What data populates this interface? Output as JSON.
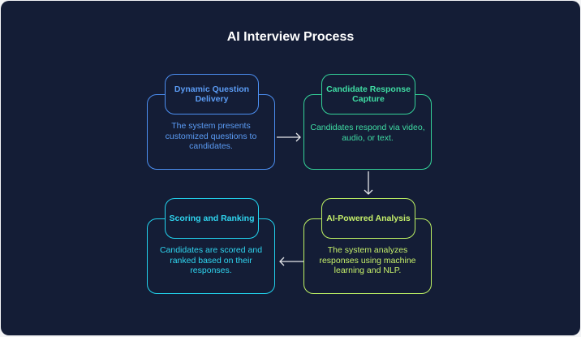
{
  "title": "AI Interview Process",
  "steps": [
    {
      "label": "Dynamic Question Delivery",
      "description": "The system presents customized questions to candidates.",
      "color": "#4c8ff2"
    },
    {
      "label": "Candidate Response Capture",
      "description": "Candidates respond via video, audio, or text.",
      "color": "#34d399"
    },
    {
      "label": "AI-Powered Analysis",
      "description": "The system analyzes responses using machine learning and NLP.",
      "color": "#bef264"
    },
    {
      "label": "Scoring and Ranking",
      "description": "Candidates are scored and ranked based on their responses.",
      "color": "#22d3ee"
    }
  ],
  "flow": [
    {
      "from": "Dynamic Question Delivery",
      "to": "Candidate Response Capture"
    },
    {
      "from": "Candidate Response Capture",
      "to": "AI-Powered Analysis"
    },
    {
      "from": "AI-Powered Analysis",
      "to": "Scoring and Ranking"
    }
  ]
}
